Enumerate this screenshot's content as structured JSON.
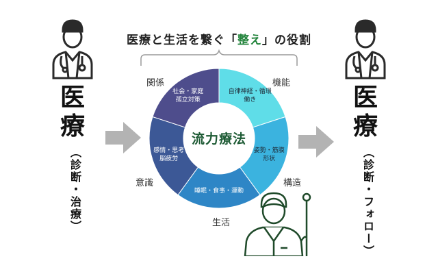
{
  "title": {
    "prefix": "医療と生活を繋ぐ「",
    "accent": "整え",
    "suffix": "」の役割"
  },
  "left": {
    "big": "医療",
    "vertical": "（診断・治療）"
  },
  "right": {
    "big": "医療",
    "vertical": "（診断・フォロー）"
  },
  "center_label": "流力療法",
  "outer_labels": {
    "top_left": "関係",
    "top_right": "機能",
    "left": "意識",
    "right": "構造",
    "bottom": "生活"
  },
  "segments": [
    {
      "label": "自律神経・循環\n働き",
      "color": "#5fdde8",
      "text_color": "#1f2d3a"
    },
    {
      "label": "姿勢・筋膜\n形状",
      "color": "#3bb3df",
      "text_color": "#1f2d3a"
    },
    {
      "label": "睡眠・食事・運動",
      "color": "#2e86c6",
      "text_color": "#ffffff"
    },
    {
      "label": "感情・思考\n脳疲労",
      "color": "#3c5896",
      "text_color": "#ffffff"
    },
    {
      "label": "社会・家庭\n孤立対策",
      "color": "#4e4d8c",
      "text_color": "#ffffff"
    }
  ],
  "colors": {
    "arrow": "#b3b3b3",
    "doctor_dark": "#2a2a2a",
    "staff_green": "#1f4a2a",
    "accent_green": "#23843c"
  },
  "icons": [
    "doctor-icon",
    "doctor-icon",
    "medical-staff-icon"
  ]
}
